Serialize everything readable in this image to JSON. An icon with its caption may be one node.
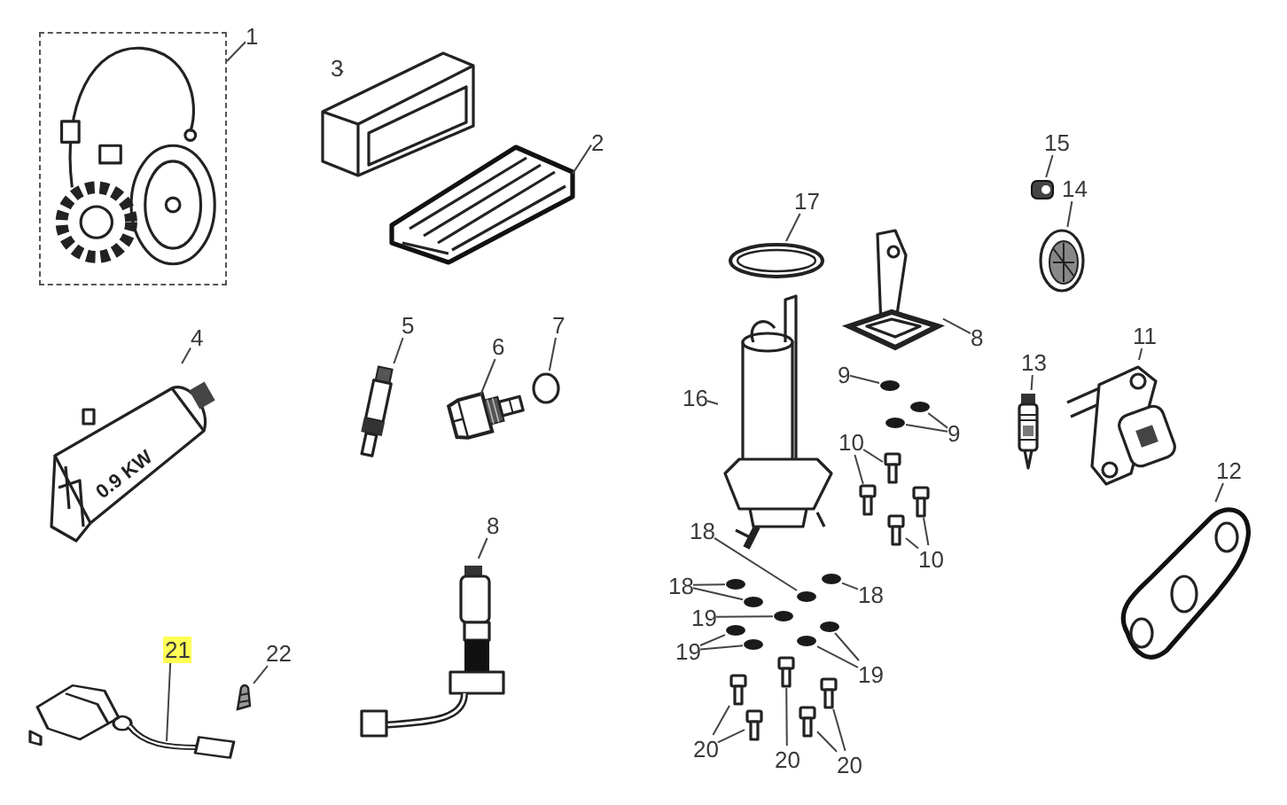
{
  "diagram": {
    "nodes": [
      {
        "text": [
          "1"
        ]
      },
      {
        "text": [
          "3"
        ]
      },
      {
        "text": [
          "2"
        ]
      },
      {
        "text": [
          "15"
        ]
      },
      {
        "text": [
          "14"
        ]
      },
      {
        "text": [
          "17"
        ]
      },
      {
        "text": [
          "4"
        ]
      },
      {
        "text": [
          "5"
        ]
      },
      {
        "text": [
          "6"
        ]
      },
      {
        "text": [
          "7"
        ]
      },
      {
        "text": [
          "8"
        ]
      },
      {
        "text": [
          "9"
        ]
      },
      {
        "text": [
          "9"
        ]
      },
      {
        "text": [
          "10"
        ]
      },
      {
        "text": [
          "10"
        ]
      },
      {
        "text": [
          "16"
        ]
      },
      {
        "text": [
          "13"
        ]
      },
      {
        "text": [
          "11"
        ]
      },
      {
        "text": [
          "12"
        ]
      },
      {
        "text": [
          "8"
        ]
      },
      {
        "text": [
          "18"
        ]
      },
      {
        "text": [
          "18"
        ]
      },
      {
        "text": [
          "18"
        ]
      },
      {
        "text": [
          "19"
        ]
      },
      {
        "text": [
          "19"
        ]
      },
      {
        "text": [
          "19"
        ]
      },
      {
        "text": [
          "21"
        ]
      },
      {
        "text": [
          "22"
        ]
      },
      {
        "text": [
          "20"
        ]
      },
      {
        "text": [
          "20"
        ]
      },
      {
        "text": [
          "20"
        ]
      },
      {
        "text": [],
        "shape": "box"
      },
      {
        "text": [],
        "shape": "picture"
      },
      {
        "text": [],
        "shape": "picture"
      },
      {
        "text": [],
        "shape": "picture"
      },
      {
        "text": [],
        "shape": "picture"
      },
      {
        "text": [],
        "shape": "picture"
      },
      {
        "text": [],
        "shape": "picture"
      },
      {
        "text": [],
        "shape": "picture"
      },
      {
        "text": [],
        "shape": "picture"
      },
      {
        "text": [],
        "shape": "circle"
      },
      {
        "text": [],
        "shape": "picture"
      },
      {
        "text": [],
        "shape": "circle"
      },
      {
        "text": [],
        "shape": "circle"
      },
      {
        "text": [],
        "shape": "circle"
      },
      {
        "text": [],
        "shape": "picture"
      },
      {
        "text": [],
        "shape": "picture"
      },
      {
        "text": [],
        "shape": "picture"
      },
      {
        "text": [],
        "shape": "picture"
      },
      {
        "text": [],
        "shape": "picture"
      },
      {
        "text": [],
        "shape": "picture"
      },
      {
        "text": [],
        "shape": "picture"
      },
      {
        "text": [],
        "shape": "picture"
      },
      {
        "text": [],
        "shape": "picture"
      },
      {
        "text": [],
        "shape": "circle"
      },
      {
        "text": [],
        "shape": "circle"
      },
      {
        "text": [],
        "shape": "circle"
      },
      {
        "text": [],
        "shape": "circle"
      },
      {
        "text": [],
        "shape": "circle"
      },
      {
        "text": [],
        "shape": "circle"
      },
      {
        "text": [],
        "shape": "circle"
      },
      {
        "text": [],
        "shape": "circle"
      },
      {
        "text": [],
        "shape": "circle"
      },
      {
        "text": [],
        "shape": "picture"
      },
      {
        "text": [],
        "shape": "picture"
      },
      {
        "text": [],
        "shape": "picture"
      },
      {
        "text": [],
        "shape": "picture"
      },
      {
        "text": [],
        "shape": "picture"
      },
      {
        "text": [],
        "shape": "picture"
      },
      {
        "text": [],
        "shape": "picture"
      }
    ],
    "edges": [
      {
        "from": 0,
        "to": 31,
        "arrow": "none"
      },
      {
        "from": 1,
        "to": 32,
        "arrow": "none"
      },
      {
        "from": 2,
        "to": 33,
        "arrow": "none"
      },
      {
        "from": 3,
        "to": 34,
        "arrow": "none"
      },
      {
        "from": 4,
        "to": 35,
        "arrow": "none"
      },
      {
        "from": 5,
        "to": 36,
        "arrow": "none"
      },
      {
        "from": 6,
        "to": 37,
        "arrow": "none"
      },
      {
        "from": 7,
        "to": 38,
        "arrow": "none"
      },
      {
        "from": 8,
        "to": 39,
        "arrow": "none"
      },
      {
        "from": 9,
        "to": 40,
        "arrow": "none"
      },
      {
        "from": 10,
        "to": 41,
        "arrow": "none"
      },
      {
        "from": 11,
        "to": 42,
        "arrow": "none"
      },
      {
        "from": 12,
        "to": 43,
        "arrow": "none"
      },
      {
        "from": 12,
        "to": 44,
        "arrow": "none"
      },
      {
        "from": 13,
        "to": 45,
        "arrow": "none"
      },
      {
        "from": 13,
        "to": 46,
        "arrow": "none"
      },
      {
        "from": 14,
        "to": 47,
        "arrow": "none"
      },
      {
        "from": 14,
        "to": 48,
        "arrow": "none"
      },
      {
        "from": 15,
        "to": 49,
        "arrow": "none"
      },
      {
        "from": 16,
        "to": 50,
        "arrow": "none"
      },
      {
        "from": 17,
        "to": 51,
        "arrow": "none"
      },
      {
        "from": 18,
        "to": 52,
        "arrow": "none"
      },
      {
        "from": 19,
        "to": 53,
        "arrow": "none"
      },
      {
        "from": 20,
        "to": 54,
        "arrow": "none"
      },
      {
        "from": 21,
        "to": 55,
        "arrow": "none"
      },
      {
        "from": 21,
        "to": 56,
        "arrow": "none"
      },
      {
        "from": 22,
        "to": 57,
        "arrow": "none"
      },
      {
        "from": 23,
        "to": 58,
        "arrow": "none"
      },
      {
        "from": 24,
        "to": 59,
        "arrow": "none"
      },
      {
        "from": 24,
        "to": 60,
        "arrow": "none"
      },
      {
        "from": 25,
        "to": 61,
        "arrow": "none"
      },
      {
        "from": 25,
        "to": 62,
        "arrow": "none"
      },
      {
        "from": 26,
        "to": 63,
        "arrow": "none"
      },
      {
        "from": 27,
        "to": 64,
        "arrow": "none"
      },
      {
        "from": 28,
        "to": 65,
        "arrow": "none"
      },
      {
        "from": 28,
        "to": 66,
        "arrow": "none"
      },
      {
        "from": 29,
        "to": 67,
        "arrow": "none"
      },
      {
        "from": 30,
        "to": 68,
        "arrow": "none"
      },
      {
        "from": 30,
        "to": 69,
        "arrow": "none"
      }
    ],
    "labels": [
      "0.9 KW"
    ]
  }
}
